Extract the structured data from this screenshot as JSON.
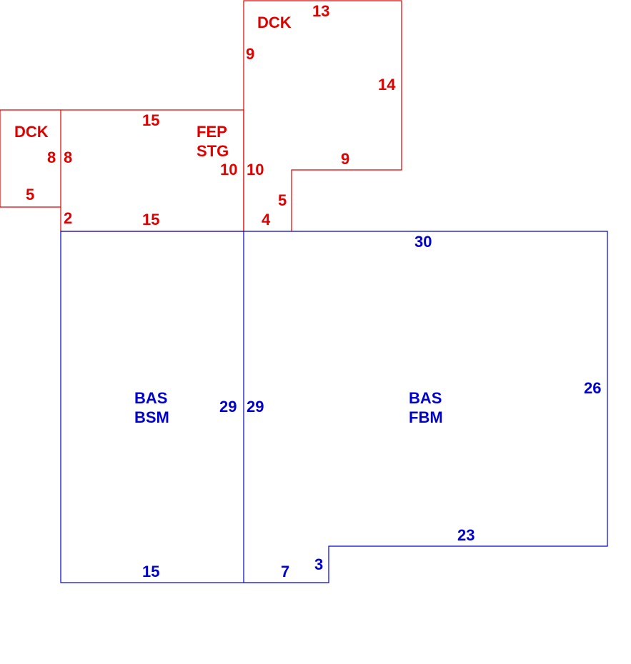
{
  "colors": {
    "addition": "#e00000",
    "base": "#0000d0"
  },
  "areas": {
    "dck_left": {
      "code": "DCK",
      "dims": [
        "8",
        "5"
      ]
    },
    "fep": {
      "code1": "FEP",
      "code2": "STG",
      "dims": [
        "15",
        "8",
        "10",
        "2",
        "15"
      ]
    },
    "dck_top": {
      "code": "DCK",
      "dims": [
        "13",
        "9",
        "14",
        "9",
        "10",
        "5",
        "4"
      ]
    },
    "bas_left": {
      "code1": "BAS",
      "code2": "BSM",
      "dims": [
        "29",
        "15"
      ]
    },
    "bas_right": {
      "code1": "BAS",
      "code2": "FBM",
      "dims": [
        "30",
        "29",
        "26",
        "23",
        "3",
        "7"
      ]
    }
  }
}
